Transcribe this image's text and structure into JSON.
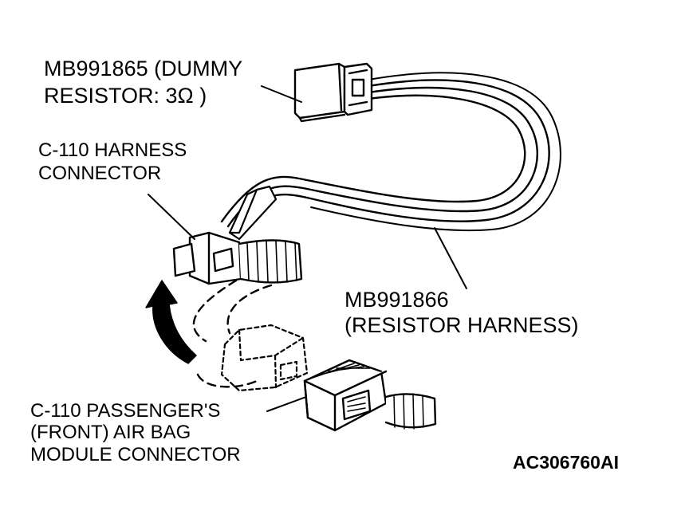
{
  "labels": {
    "dummy_resistor": {
      "line1": "MB991865 (DUMMY",
      "line2": "RESISTOR: 3Ω )"
    },
    "harness_connector": {
      "line1": "C-110 HARNESS",
      "line2": "CONNECTOR"
    },
    "resistor_harness": {
      "line1": "MB991866",
      "line2": "(RESISTOR HARNESS)"
    },
    "airbag_connector": {
      "line1": "C-110 PASSENGER'S",
      "line2": "(FRONT)  AIR BAG",
      "line3": "MODULE CONNECTOR"
    },
    "figure_id": "AC306760AI"
  }
}
